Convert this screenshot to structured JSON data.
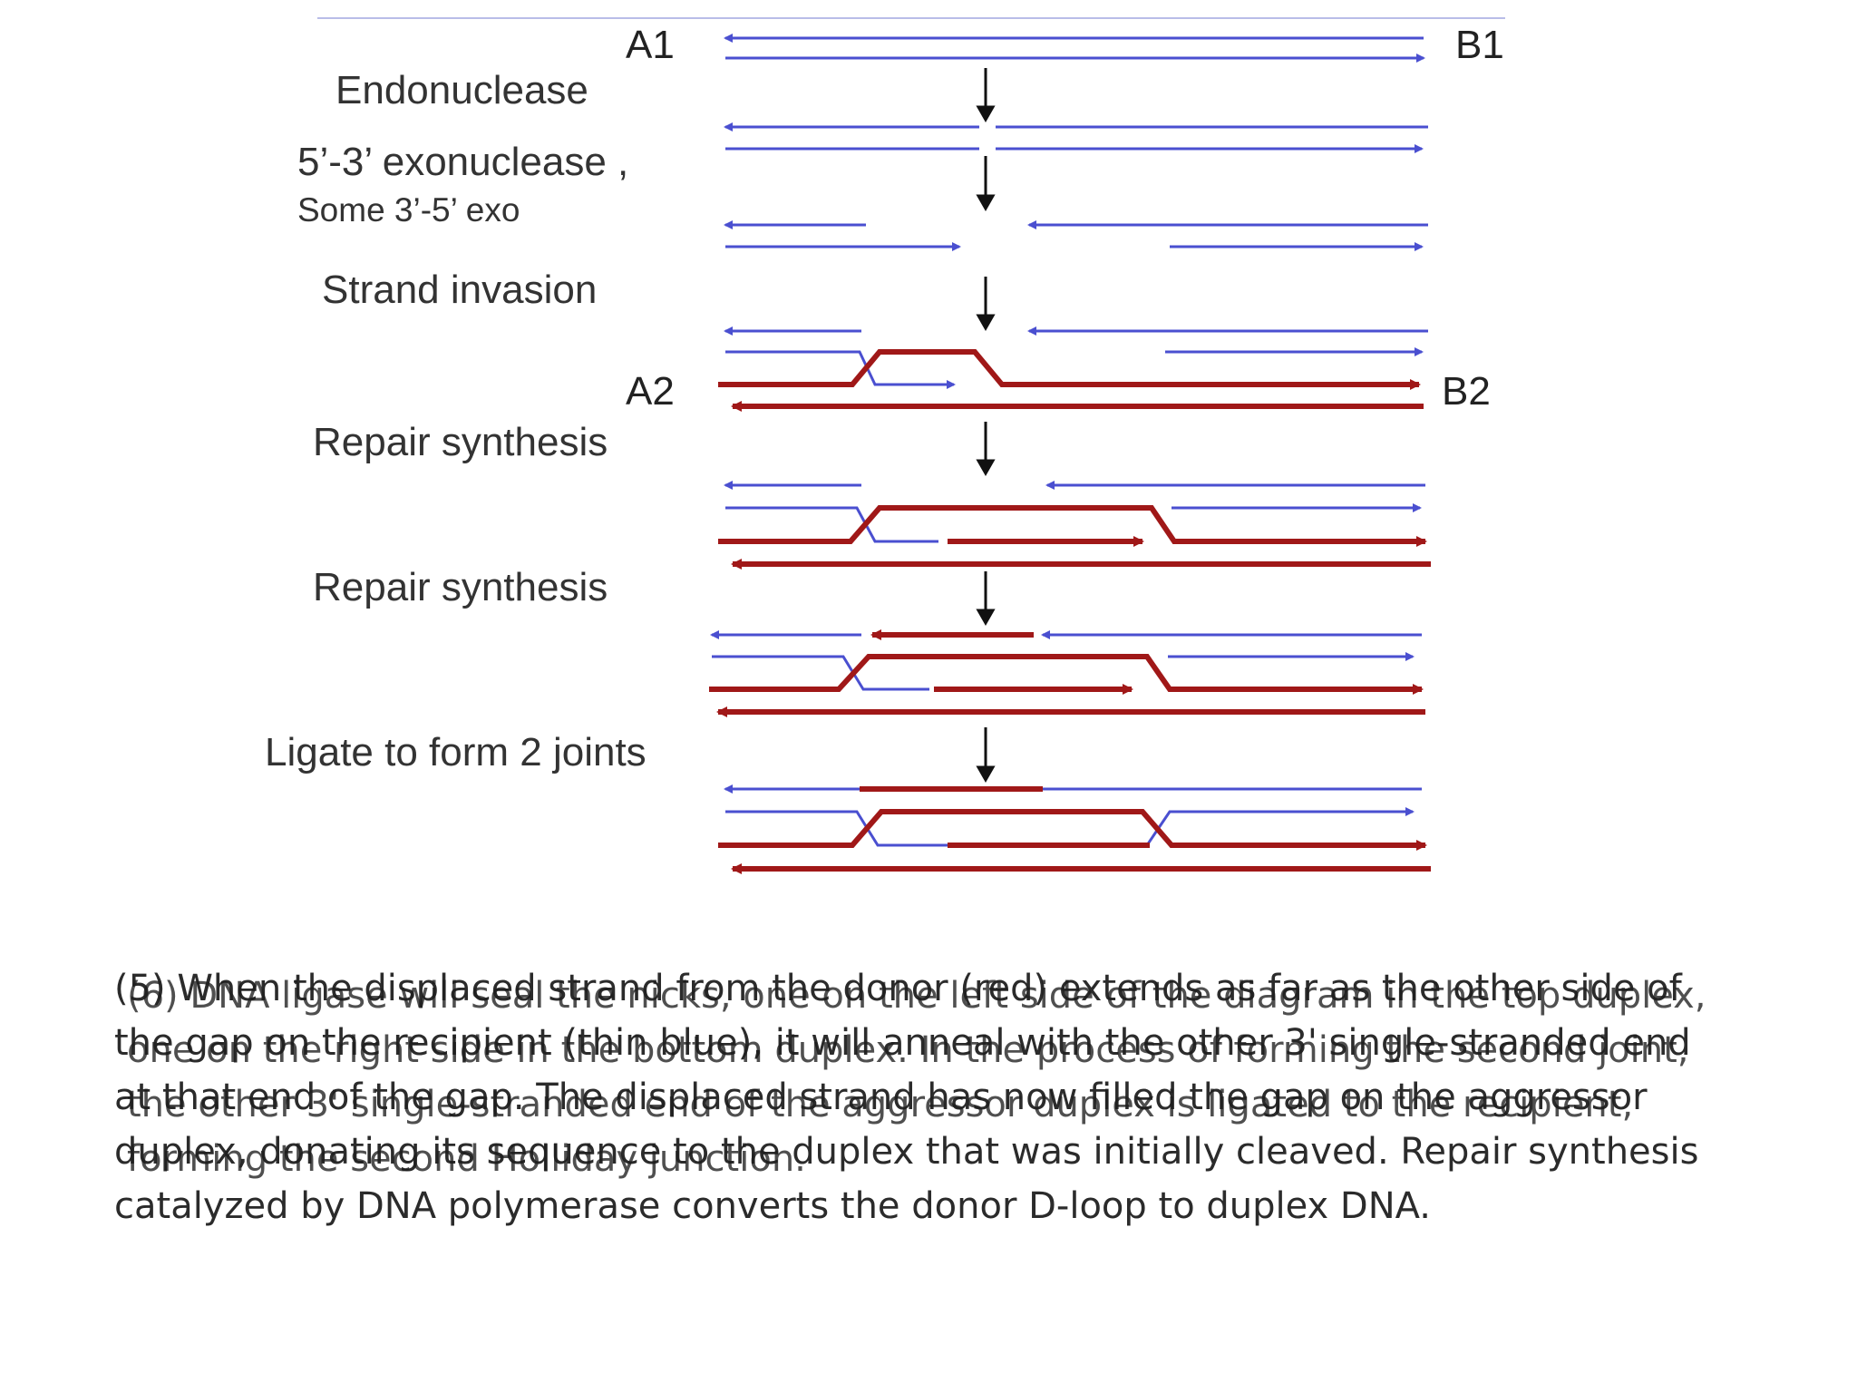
{
  "labels": {
    "a1": "A1",
    "b1": "B1",
    "a2": "A2",
    "b2": "B2"
  },
  "steps": [
    {
      "label": "Endonuclease"
    },
    {
      "label": "5’-3’ exonuclease ,"
    },
    {
      "label": "Some 3’-5’ exo"
    },
    {
      "label": "Strand invasion"
    },
    {
      "label": "Repair synthesis"
    },
    {
      "label": "Repair synthesis"
    },
    {
      "label": "Ligate to form 2 joints"
    }
  ],
  "colors": {
    "recipient": "#4a4fd0",
    "donor": "#a01818",
    "arrow": "#111111",
    "text": "#333333"
  },
  "captions": {
    "primary": "(5) When the displaced strand from the donor (red) extends as far as the other side of the gap on the recipient (thin blue), it will anneal with the other 3' single-stranded end at that end of the gap. The displaced strand has now filled the gap on the aggressor duplex, donating its sequence to the duplex that was initially cleaved. Repair synthesis catalyzed by DNA polymerase converts the donor D-loop to duplex DNA.",
    "overlay": "(6) DNA ligase will seal the nicks, one on the left side of the diagram in the top duplex, one on the right side in the bottom duplex. In the process of forming the second joint, the other 3' single-stranded end of the aggressor duplex is ligated to the recipient, forming the second Holliday junction."
  }
}
